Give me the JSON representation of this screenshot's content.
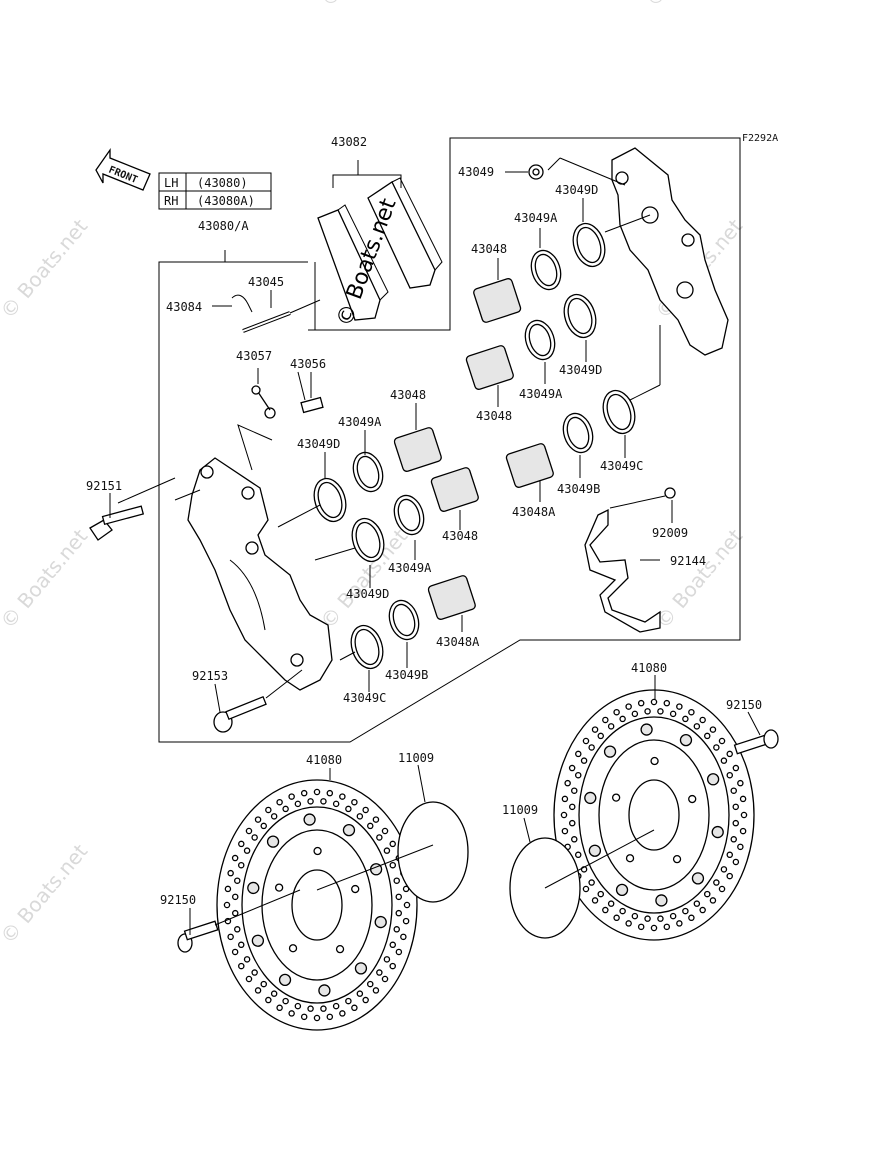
{
  "diagram": {
    "ref_code": "F2292A",
    "front_label": "FRONT",
    "caliper_table": [
      {
        "side": "LH",
        "part": "(43080)"
      },
      {
        "side": "RH",
        "part": "(43080A)"
      }
    ],
    "labels": {
      "p43082": "43082",
      "p43080a": "43080/A",
      "p43045": "43045",
      "p43084": "43084",
      "p43057": "43057",
      "p43056": "43056",
      "p92151": "92151",
      "p92153": "92153",
      "p43048_l": "43048",
      "p43049a_l": "43049A",
      "p43049d_l": "43049D",
      "p43048_l2": "43048",
      "p43049a_l2": "43049A",
      "p43049d_l2": "43049D",
      "p43048a_l": "43048A",
      "p43049b_l": "43049B",
      "p43049c_l": "43049C",
      "p43049_r": "43049",
      "p43049d_r": "43049D",
      "p43049a_r": "43049A",
      "p43048_r": "43048",
      "p43049d_r2": "43049D",
      "p43049a_r2": "43049A",
      "p43048_r2": "43048",
      "p43048a_r": "43048A",
      "p43049b_r": "43049B",
      "p43049c_r": "43049C",
      "p92009": "92009",
      "p92144": "92144",
      "p41080_r": "41080",
      "p92150_r": "92150",
      "p11009_r": "11009",
      "p41080_l": "41080",
      "p11009_l": "11009",
      "p92150_l": "92150"
    }
  },
  "watermark": {
    "text": "© Boats.net"
  }
}
